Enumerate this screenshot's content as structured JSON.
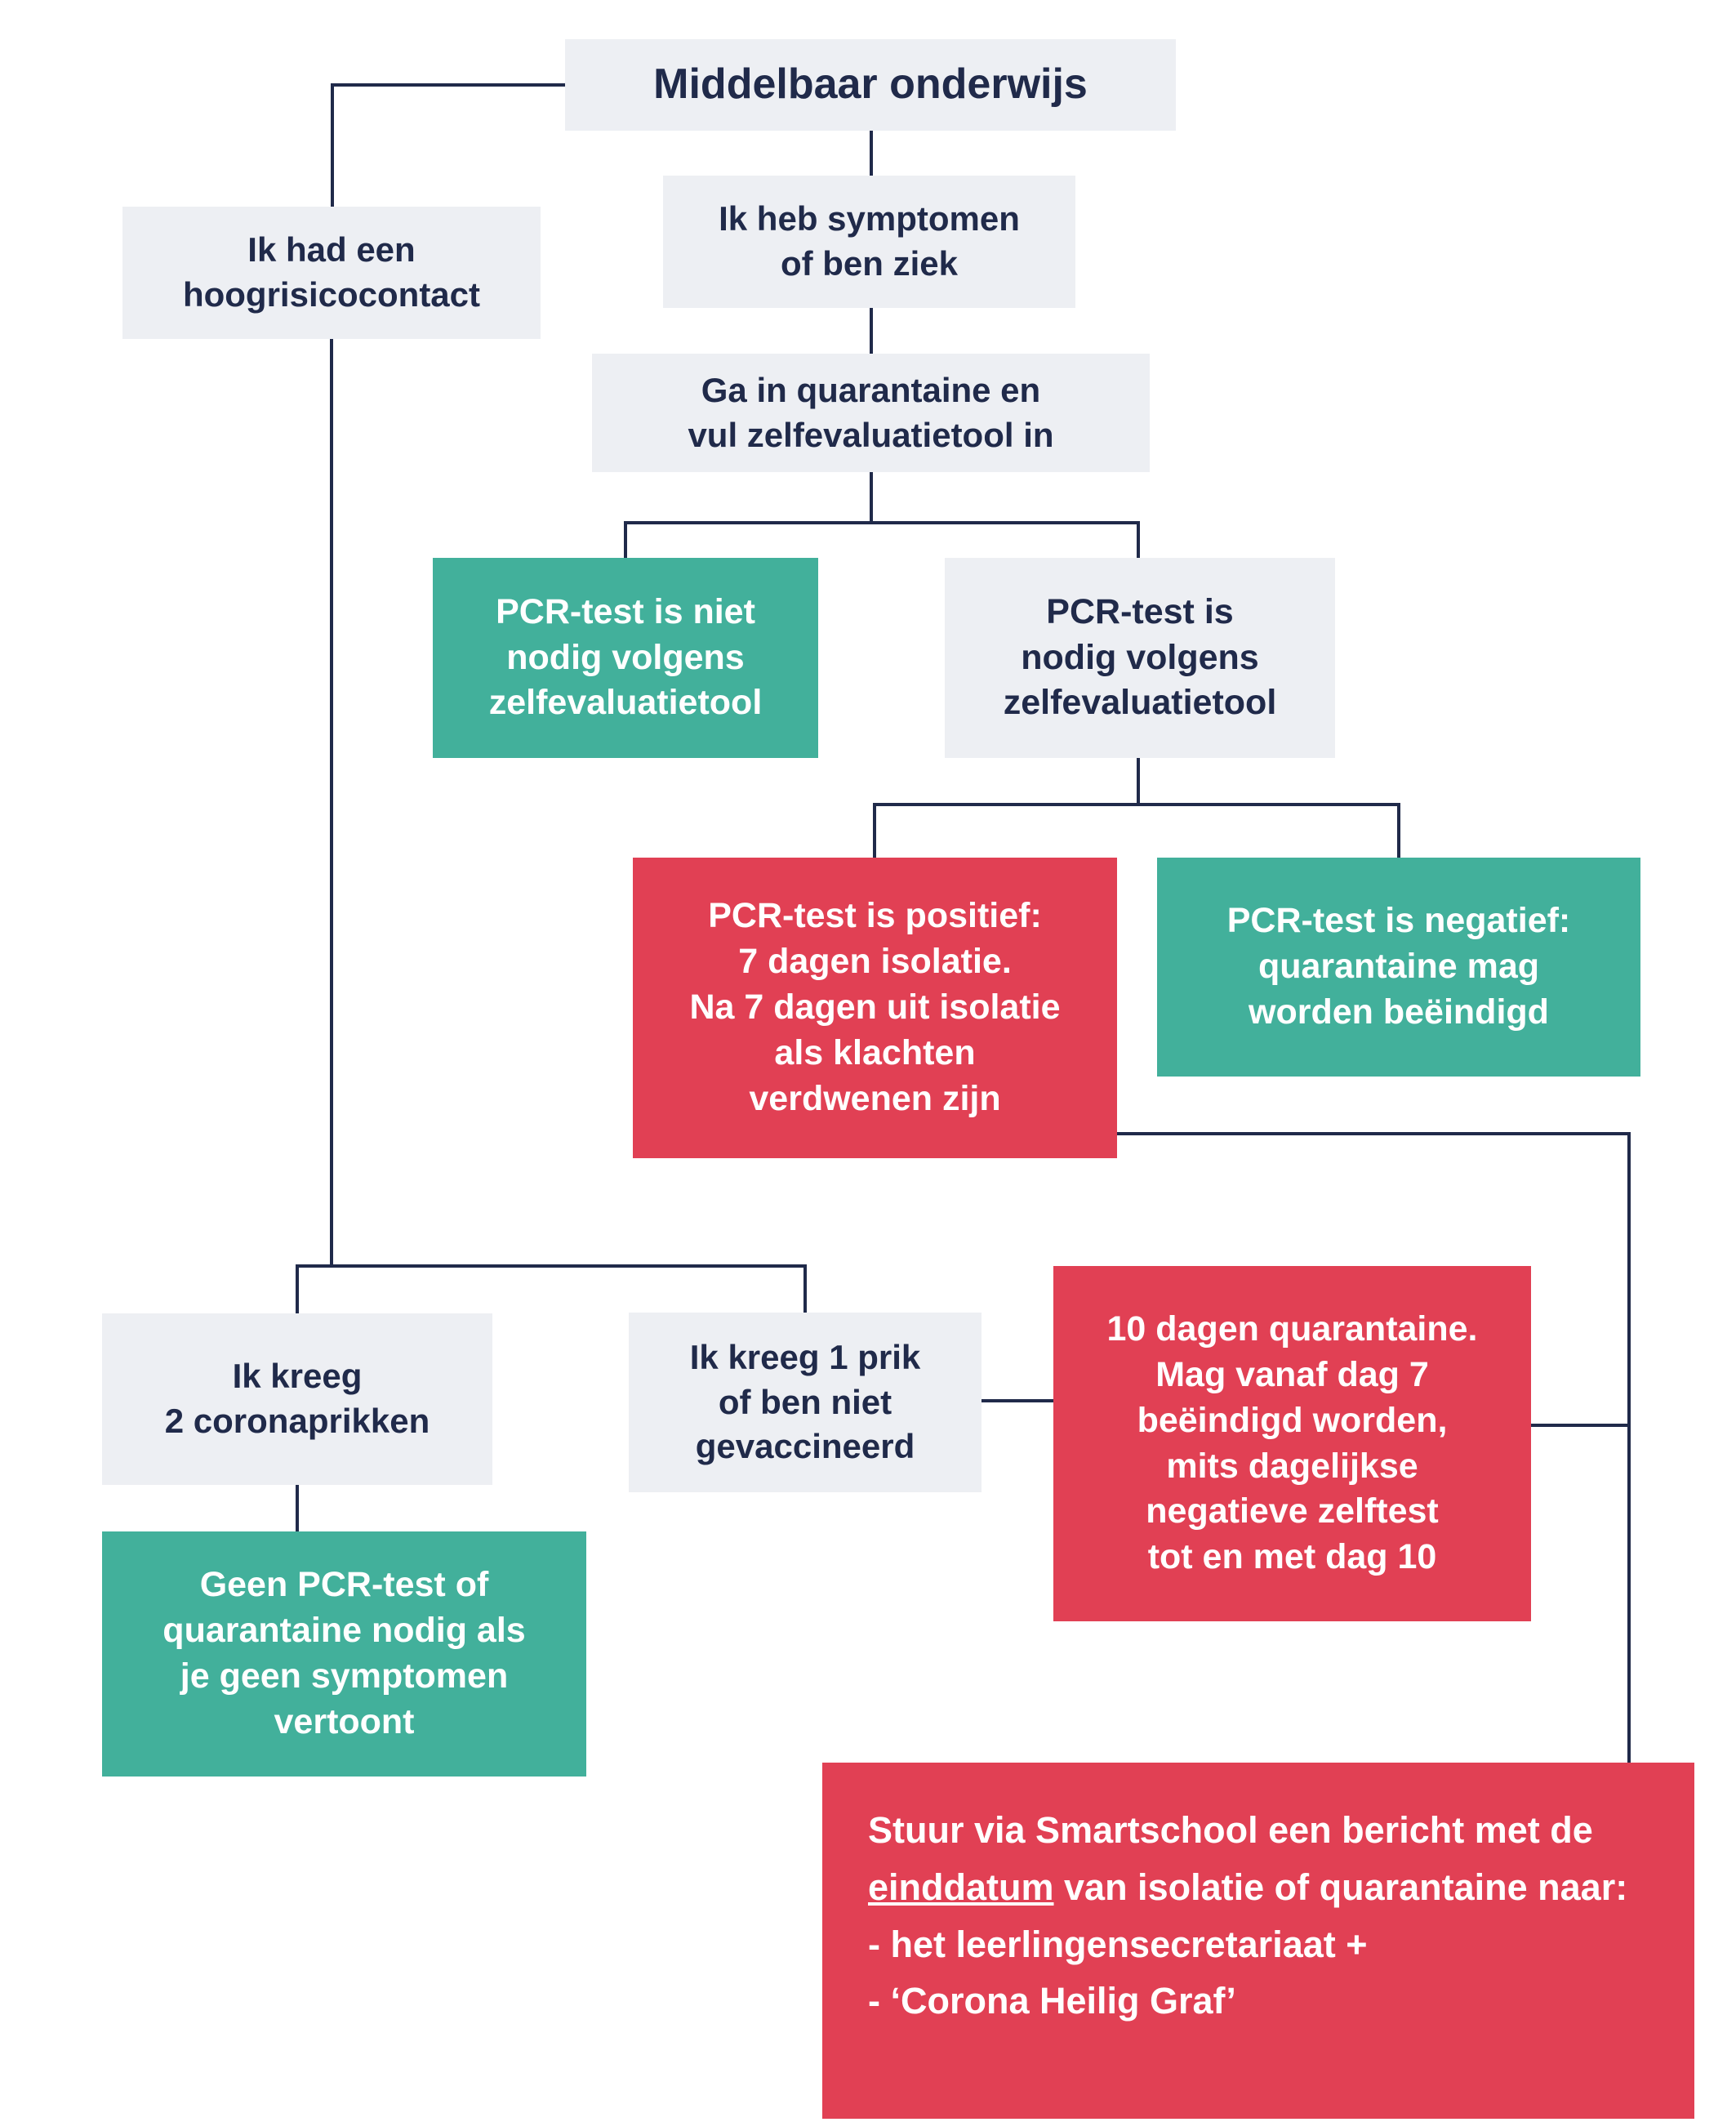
{
  "diagram": {
    "title": "Middelbaar onderwijs",
    "colors": {
      "navy": "#202a4a",
      "light_gray": "#edeff3",
      "teal": "#42b09b",
      "red": "#e14054",
      "white": "#ffffff"
    },
    "nodes": {
      "hoogrisicocontact": "Ik had een\nhoogrisicocontact",
      "symptomen": "Ik heb symptomen\nof ben ziek",
      "quarantaine_tool": "Ga in quarantaine en\nvul zelfevaluatietool in",
      "pcr_niet_nodig": "PCR-test is niet\nnodig volgens\nzelfevaluatietool",
      "pcr_nodig": "PCR-test is\nnodig volgens\nzelfevaluatietool",
      "pcr_positief": "PCR-test is positief:\n7 dagen isolatie.\nNa 7 dagen uit isolatie\nals klachten\nverdwenen zijn",
      "pcr_negatief": "PCR-test is negatief:\nquarantaine mag\nworden beëindigd",
      "kreeg_2_prikken": "Ik kreeg\n2 coronaprikken",
      "kreeg_1_prik": "Ik kreeg 1 prik\nof ben niet\ngevaccineerd",
      "tien_dagen": "10 dagen quarantaine.\nMag vanaf dag 7\nbeëindigd worden,\nmits dagelijkse\nnegatieve zelftest\ntot en met dag 10",
      "geen_pcr": "Geen PCR-test of\nquarantaine nodig als\nje geen symptomen\nvertoont",
      "smartschool": {
        "part1": "Stuur via Smartschool een bericht met de ",
        "underlined": "einddatum",
        "part2": " van isolatie of quarantaine naar:",
        "line2": "- het leerlingensecretariaat +",
        "line3": "- ‘Corona Heilig Graf’"
      }
    }
  }
}
